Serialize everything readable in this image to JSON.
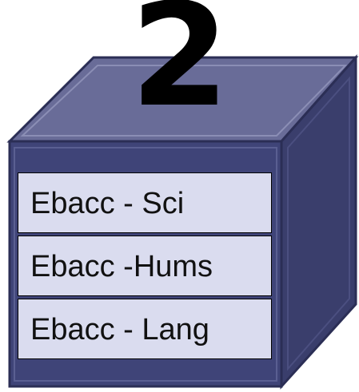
{
  "bucket": {
    "number": "2",
    "colors": {
      "front": "#3f4478",
      "top": "#696c98",
      "side": "#3a3e6c",
      "edge": "#2b2e55",
      "slot": "#dadcef"
    }
  },
  "slots": [
    {
      "label": "Ebacc - Sci"
    },
    {
      "label": "Ebacc -Hums"
    },
    {
      "label": "Ebacc - Lang"
    }
  ]
}
